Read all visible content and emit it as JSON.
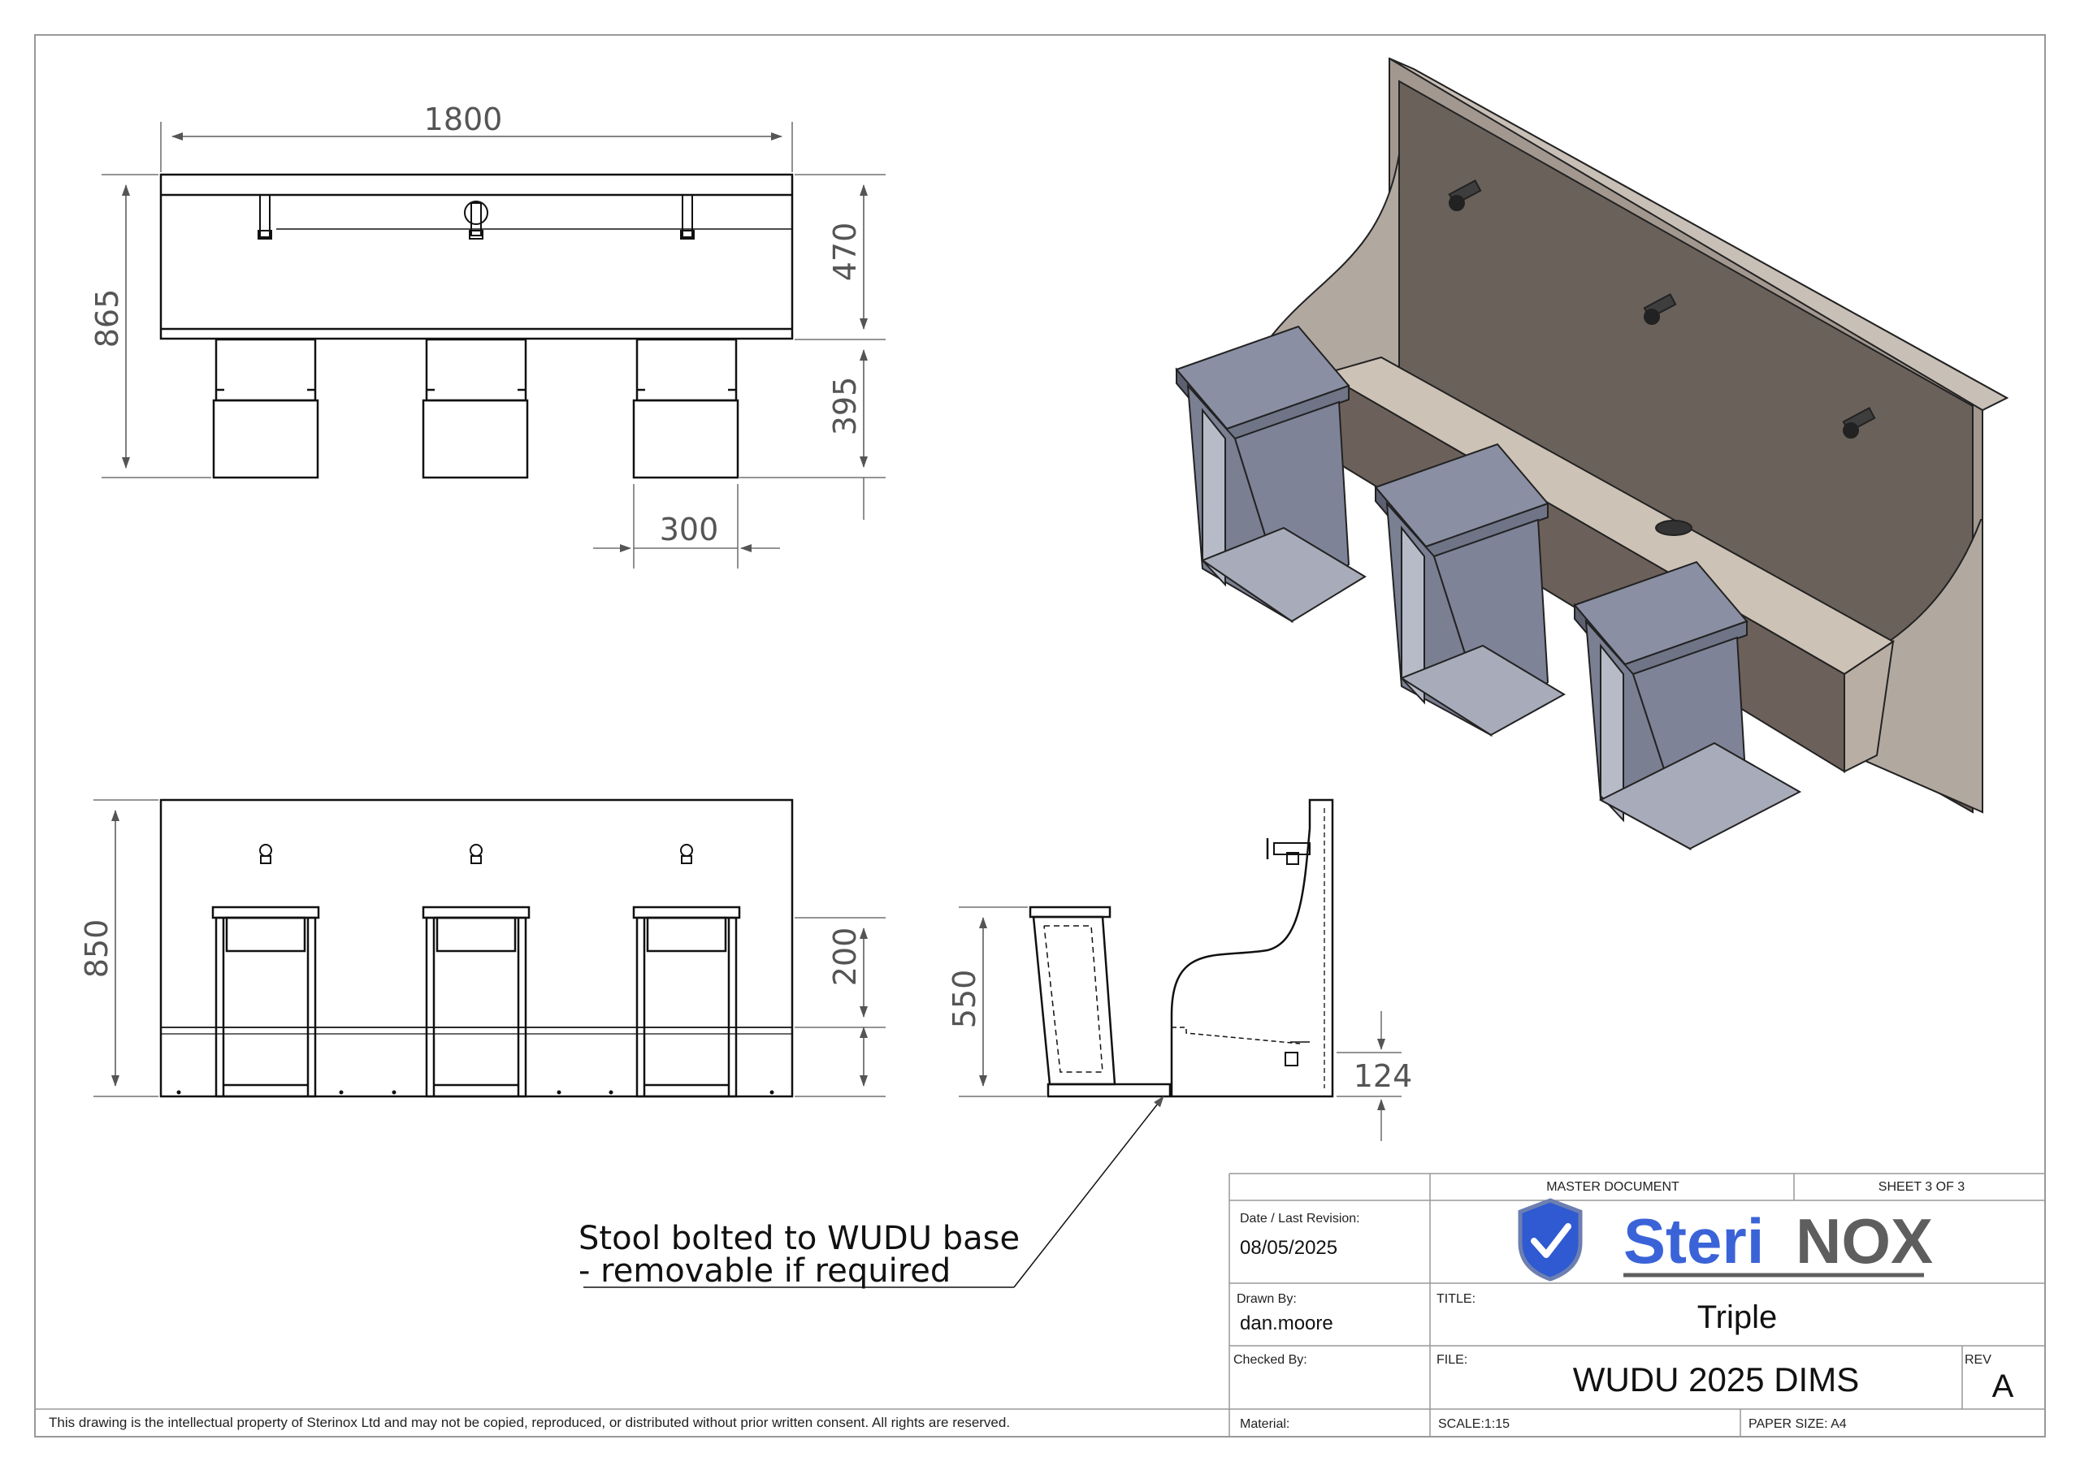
{
  "dimensions": {
    "top_width": "1800",
    "top_height_total": "865",
    "top_upper": "470",
    "top_lower": "395",
    "stool_width": "300",
    "front_height": "850",
    "front_stool": "200",
    "side_stool": "550",
    "side_base": "124"
  },
  "note": {
    "line1": "Stool bolted to WUDU base",
    "line2": "- removable if required"
  },
  "title_block": {
    "master_document": "MASTER DOCUMENT",
    "sheet": "SHEET 3 OF 3",
    "date_label": "Date / Last Revision:",
    "date_value": "08/05/2025",
    "drawn_label": "Drawn By:",
    "drawn_value": "dan.moore",
    "checked_label": "Checked By:",
    "title_label": "TITLE:",
    "title_value": "Triple",
    "file_label": "FILE:",
    "file_value": "WUDU 2025 DIMS",
    "rev_label": "REV",
    "rev_value": "A",
    "material_label": "Material:",
    "scale": "SCALE:1:15",
    "paper_size": "PAPER SIZE: A4",
    "logo_text_a": "Steri",
    "logo_text_b": "NOX"
  },
  "copyright": "This drawing is the intellectual property of Sterinox Ltd and may not be copied, reproduced, or distributed without prior written consent. All rights are reserved.",
  "colors": {
    "logo_blue": "#3b63d8",
    "logo_grey": "#5e5e5e",
    "shield_blue": "#2f5ad1"
  }
}
